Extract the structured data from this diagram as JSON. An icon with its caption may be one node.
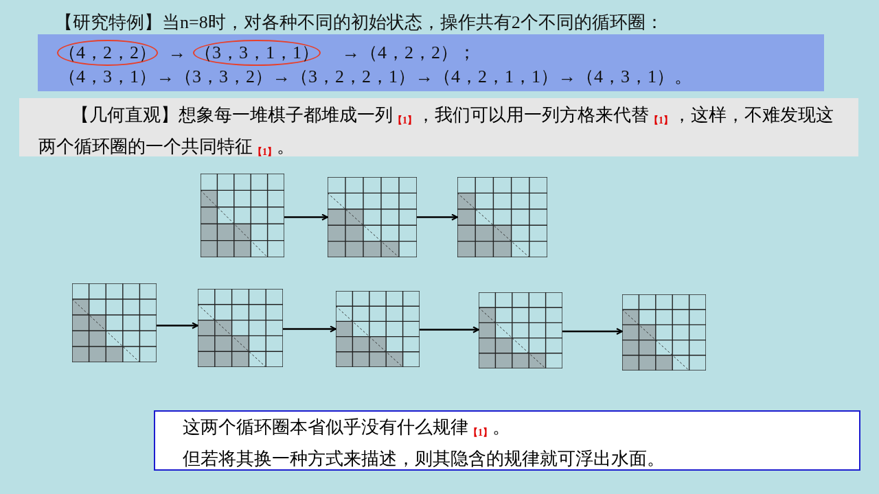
{
  "diagram": {
    "title": "【研究特例】当n=8时，对各种不同的初始状态，操作共有2个不同的循环圈：",
    "nodes": [
      {
        "text": [
          "（4，2，2）",
          "→",
          "（3，3，1，1）",
          "→（4，2，2）；",
          "（4，3，1）→（3，3，2）→（3，2，2，1）→（4，2，1，1）→（4，3，1）。"
        ]
      },
      {
        "text": [
          "【几何直观】想象每一堆棋子都堆成一列$_{【1】}$，我们可以用一列方格来代替$_{【1】}$，这样，不难发现这两个循环圈的一个共同特征$_{【1】}$。"
        ]
      },
      {
        "text": [],
        "shape": "picture"
      },
      {
        "text": [],
        "shape": "picture"
      },
      {
        "text": [],
        "shape": "picture"
      },
      {
        "text": [],
        "shape": "picture"
      },
      {
        "text": [],
        "shape": "picture"
      },
      {
        "text": [],
        "shape": "picture"
      },
      {
        "text": [],
        "shape": "picture"
      },
      {
        "text": [],
        "shape": "picture"
      },
      {
        "text": [
          "这两个循环圈本省似乎没有什么规律$_{【1】}$。",
          "但若将其换一种方式来描述，则其隐含的规律就可浮出水面。"
        ]
      }
    ],
    "edges": [
      {
        "from": 2,
        "to": 3,
        "arrow": "to"
      },
      {
        "from": 3,
        "to": 4,
        "arrow": "to"
      },
      {
        "from": 5,
        "to": 6,
        "arrow": "to"
      },
      {
        "from": 6,
        "to": 7,
        "arrow": "to"
      },
      {
        "from": 7,
        "to": 8,
        "arrow": "to"
      },
      {
        "from": 8,
        "to": 9,
        "arrow": "to"
      }
    ]
  }
}
